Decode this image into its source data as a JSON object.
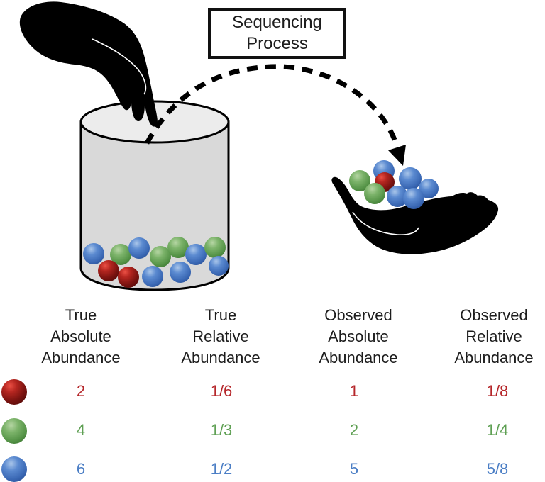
{
  "figure": {
    "process_box": {
      "line1": "Sequencing",
      "line2": "Process"
    },
    "jar_marble_counts": {
      "red": 2,
      "green": 4,
      "blue": 6
    },
    "hand_marble_counts": {
      "red": 1,
      "green": 2,
      "blue": 5
    }
  },
  "table": {
    "headers": [
      {
        "line1": "True",
        "line2": "Absolute",
        "line3": "Abundance"
      },
      {
        "line1": "True",
        "line2": "Relative",
        "line3": "Abundance"
      },
      {
        "line1": "Observed",
        "line2": "Absolute",
        "line3": "Abundance"
      },
      {
        "line1": "Observed",
        "line2": "Relative",
        "line3": "Abundance"
      }
    ],
    "rows": [
      {
        "marble": "red",
        "color": "#b5262a",
        "values": [
          "2",
          "1/6",
          "1",
          "1/8"
        ]
      },
      {
        "marble": "green",
        "color": "#5fa054",
        "values": [
          "4",
          "1/3",
          "2",
          "1/4"
        ]
      },
      {
        "marble": "blue",
        "color": "#4b7ec5",
        "values": [
          "6",
          "1/2",
          "5",
          "5/8"
        ]
      }
    ]
  },
  "colors": {
    "marble_red": "#8c1714",
    "marble_green": "#6aa65a",
    "marble_blue": "#4a7cc7",
    "jar_gray": "#d9d9d9",
    "header_text": "#1d1d1d"
  }
}
